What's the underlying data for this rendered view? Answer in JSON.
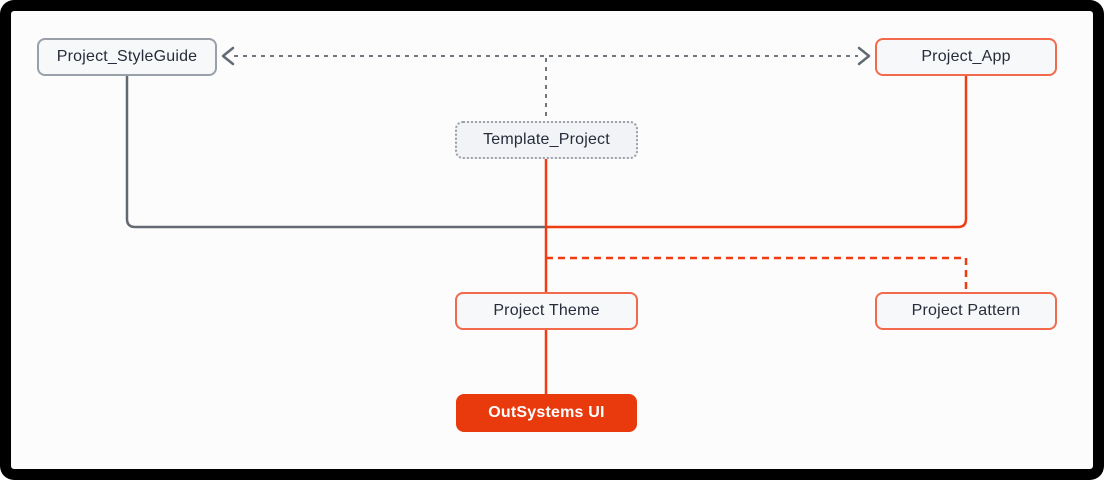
{
  "diagram": {
    "nodes": {
      "styleguide": {
        "label": "Project_StyleGuide"
      },
      "app": {
        "label": "Project_App"
      },
      "template": {
        "label": "Template_Project"
      },
      "theme": {
        "label": "Project Theme"
      },
      "pattern": {
        "label": "Project Pattern"
      },
      "osui": {
        "label": "OutSystems UI"
      }
    },
    "edges": [
      {
        "from": "Project_StyleGuide",
        "to": "Project_App",
        "style": "dashed-gray",
        "direction": "both-arrows"
      },
      {
        "from": "Template_Project",
        "to": "Project_StyleGuide/Project_App dashed link",
        "style": "dashed-gray",
        "direction": "none"
      },
      {
        "from": "Project_StyleGuide",
        "to": "Project Theme",
        "style": "solid-gray",
        "direction": "none"
      },
      {
        "from": "Project_App",
        "to": "Project Theme",
        "style": "solid-orange",
        "direction": "none"
      },
      {
        "from": "Template_Project",
        "to": "Project Theme",
        "style": "solid-orange",
        "direction": "none"
      },
      {
        "from": "Project Theme",
        "to": "Project Pattern",
        "style": "dashed-orange",
        "direction": "none"
      },
      {
        "from": "Project Theme",
        "to": "OutSystems UI",
        "style": "solid-orange",
        "direction": "none"
      }
    ]
  },
  "colors": {
    "background": "#FCFCFC",
    "frame": "#000000",
    "node_fill": "#F7F8FA",
    "template_fill": "#F2F3F6",
    "text": "#262C3A",
    "gray_border": "#9AA0A8",
    "gray_line": "#70767F",
    "gray_solid_line": "#626972",
    "orange_border": "#F2694C",
    "orange_line": "#EF3D13",
    "osui_fill": "#E93A0E",
    "osui_text": "#FFFFFF"
  }
}
